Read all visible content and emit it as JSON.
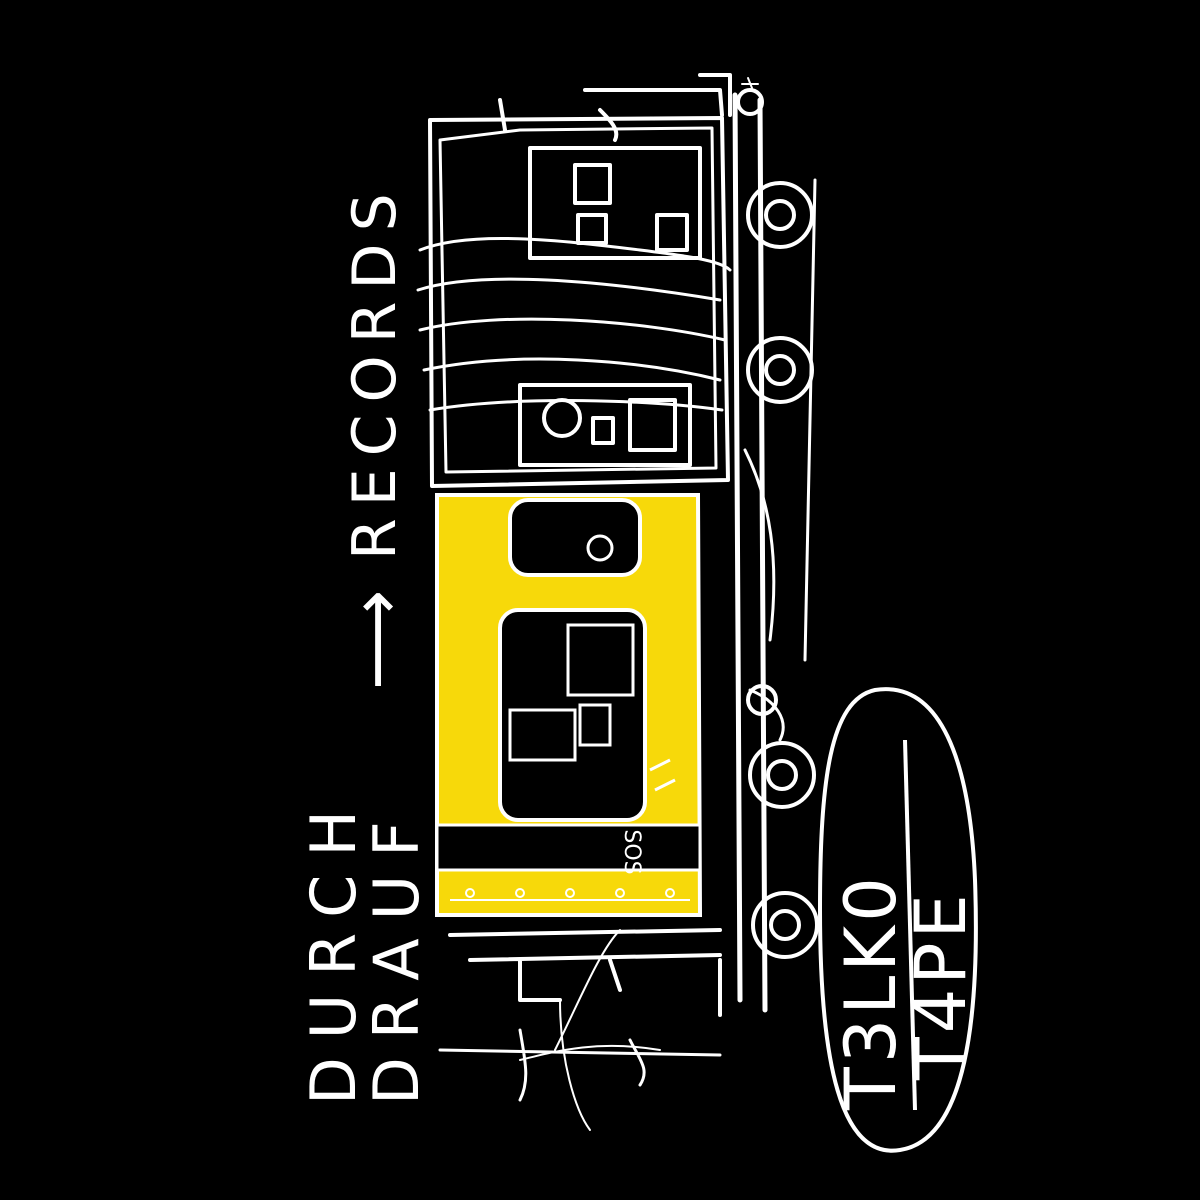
{
  "cover": {
    "background_color": "#000000",
    "line_color": "#ffffff",
    "accent_color": "#f7d90a",
    "label_line_1": "DURCH",
    "label_line_2": "DRAUF",
    "arrow_text": "⟶",
    "label_records": "RECORDS",
    "badge_line_1": "T3LK0",
    "badge_line_2": "T4PE",
    "vehicle_marking": "SOS"
  }
}
